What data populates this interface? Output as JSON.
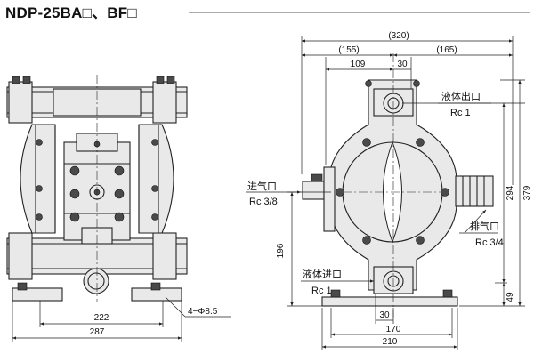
{
  "title": "NDP-25BA□、BF□",
  "front_view": {
    "dims": {
      "d222": "222",
      "d287": "287"
    },
    "holes_label": "4−Φ8.5"
  },
  "side_view": {
    "dims": {
      "d320": "(320)",
      "d155": "(155)",
      "d165": "(165)",
      "d109": "109",
      "d30_top": "30",
      "d294": "294",
      "d379": "379",
      "d196": "196",
      "d49": "49",
      "d30_bot": "30",
      "d170": "170",
      "d210": "210"
    },
    "labels": {
      "liquid_outlet": "液体出口",
      "liquid_outlet_size": "Rc 1",
      "air_inlet": "进气口",
      "air_inlet_size": "Rc 3/8",
      "air_exhaust": "排气口",
      "air_exhaust_size": "Rc 3/4",
      "liquid_inlet": "液体进口",
      "liquid_inlet_size": "Rc 1"
    }
  }
}
